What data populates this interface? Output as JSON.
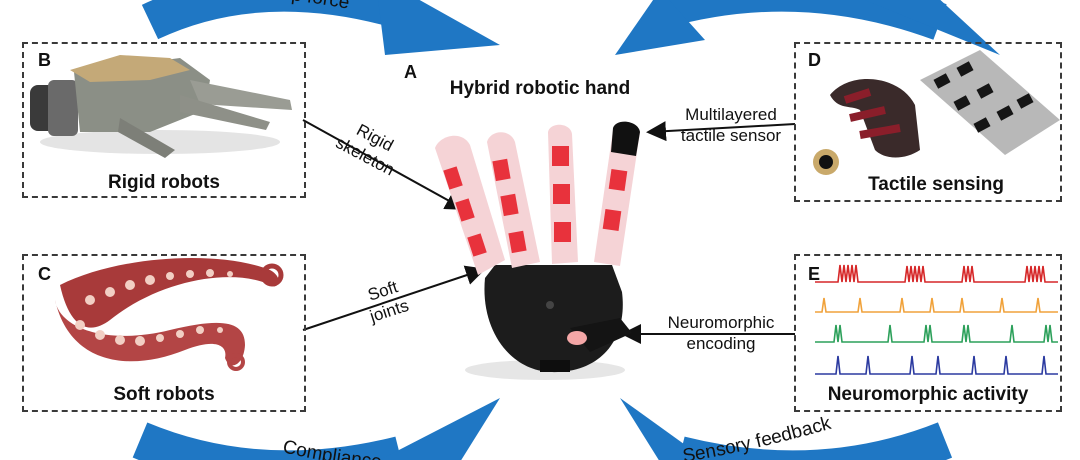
{
  "center": {
    "letter": "A",
    "title": "Hybrid robotic hand"
  },
  "panels": {
    "b": {
      "letter": "B",
      "title": "Rigid robots"
    },
    "c": {
      "letter": "C",
      "title": "Soft robots"
    },
    "d": {
      "letter": "D",
      "title": "Tactile sensing"
    },
    "e": {
      "letter": "E",
      "title": "Neuromorphic activity"
    }
  },
  "arrow_labels": {
    "rigid_skeleton": [
      "Rigid",
      "skeleton"
    ],
    "soft_joints": [
      "Soft",
      "joints"
    ],
    "tactile_sensor": [
      "Multilayered",
      "tactile sensor"
    ],
    "neuromorphic_encoding": [
      "Neuromorphic",
      "encoding"
    ]
  },
  "curved_labels": {
    "top_left": "Grasp force",
    "bottom_left": "Compliance",
    "bottom_right": "Sensory feedback"
  },
  "colors": {
    "big_arrows": "#1f77c4",
    "spike_red": "#d62728",
    "spike_orange": "#f0a23b",
    "spike_green": "#2ca05a",
    "spike_blue": "#2b3aa0",
    "finger_red": "#e8323c"
  }
}
